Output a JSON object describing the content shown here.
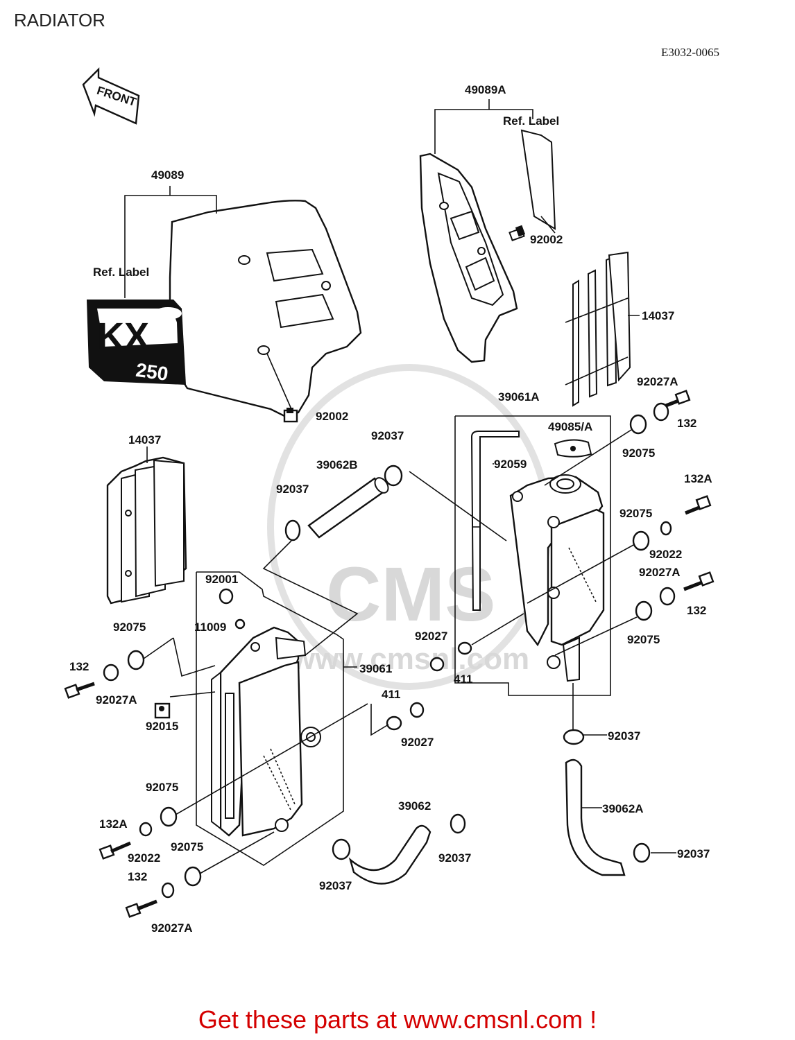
{
  "title": "RADIATOR",
  "code": "E3032-0065",
  "footer": "Get these parts at www.cmsnl.com !",
  "watermark": {
    "text1": "CMS",
    "text2": "www.cmsnl.com"
  },
  "front_label": "FRONT",
  "decal": {
    "line1": "KX",
    "line2": "250"
  },
  "labels": {
    "p49089": "49089",
    "p49089a": "49089A",
    "reflabel_left": "Ref. Label",
    "reflabel_right": "Ref. Label",
    "p92002_top": "92002",
    "p92002_mid": "92002",
    "p14037_right": "14037",
    "p14037_left": "14037",
    "p39061a": "39061A",
    "p49085a": "49085/A",
    "p92027a_r1": "92027A",
    "p132_r1": "132",
    "p92075_r1": "92075",
    "p92037_top": "92037",
    "p39062b": "39062B",
    "p92037_left": "92037",
    "p92059": "92059",
    "p132a_r": "132A",
    "p92075_r2": "92075",
    "p92022_r": "92022",
    "p92027a_r2": "92027A",
    "p132_r2": "132",
    "p92075_r3": "92075",
    "p92001": "92001",
    "p11009": "11009",
    "p92075_l1": "92075",
    "p132_l1": "132",
    "p92027a_l1": "92027A",
    "p92015": "92015",
    "p39061": "39061",
    "p92027_mid": "92027",
    "p411_mid": "411",
    "p411_low": "411",
    "p92027_low": "92027",
    "p92037_right": "92037",
    "p92075_l2": "92075",
    "p132a_l": "132A",
    "p92022_l": "92022",
    "p92075_l3": "92075",
    "p132_l2": "132",
    "p92027a_l2": "92027A",
    "p39062": "39062",
    "p92037_hose": "92037",
    "p92037_hose2": "92037",
    "p39062a": "39062A",
    "p92037_br": "92037"
  }
}
